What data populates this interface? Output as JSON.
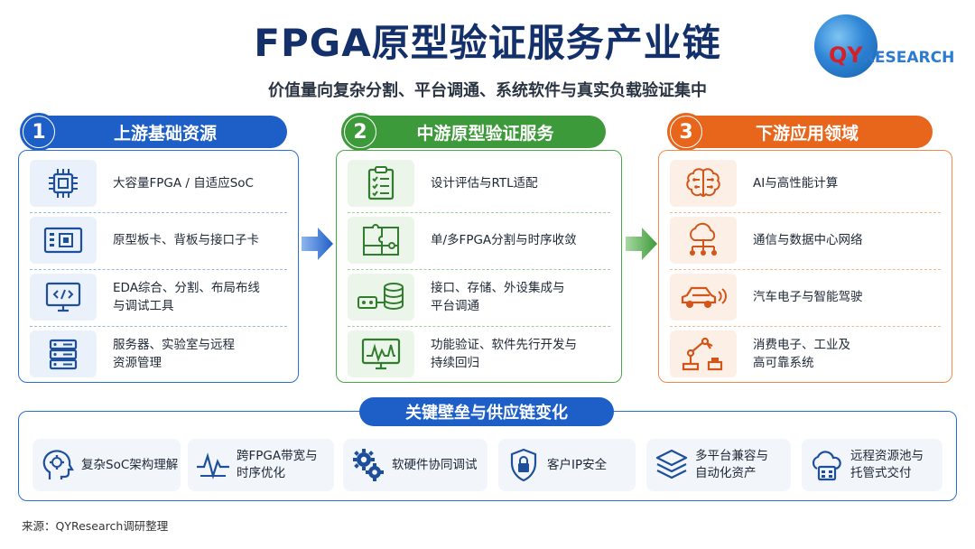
{
  "title": "FPGA原型验证服务产业链",
  "subtitle": "价值量向复杂分割、平台调通、系统软件与真实负载验证集中",
  "logo": {
    "qy": "QY",
    "research": "RESEARCH"
  },
  "colors": {
    "blue": "#1e5fc7",
    "green": "#3d9a3a",
    "orange": "#e8661c",
    "navy": "#13306b"
  },
  "columns": [
    {
      "num": "1",
      "title": "上游基础资源",
      "items": [
        {
          "icon": "chip-icon",
          "text": "大容量FPGA / 自适应SoC"
        },
        {
          "icon": "board-icon",
          "text": "原型板卡、背板与接口子卡"
        },
        {
          "icon": "monitor-code-icon",
          "text": "EDA综合、分割、布局布线\n与调试工具"
        },
        {
          "icon": "server-icon",
          "text": "服务器、实验室与远程\n资源管理"
        }
      ]
    },
    {
      "num": "2",
      "title": "中游原型验证服务",
      "items": [
        {
          "icon": "clipboard-icon",
          "text": "设计评估与RTL适配"
        },
        {
          "icon": "puzzle-icon",
          "text": "单/多FPGA分割与时序收敛"
        },
        {
          "icon": "interface-storage-icon",
          "text": "接口、存储、外设集成与\n平台调通"
        },
        {
          "icon": "waveform-monitor-icon",
          "text": "功能验证、软件先行开发与\n持续回归"
        }
      ]
    },
    {
      "num": "3",
      "title": "下游应用领域",
      "items": [
        {
          "icon": "brain-icon",
          "text": "AI与高性能计算"
        },
        {
          "icon": "cloud-network-icon",
          "text": "通信与数据中心网络"
        },
        {
          "icon": "car-icon",
          "text": "汽车电子与智能驾驶"
        },
        {
          "icon": "robot-arm-icon",
          "text": "消费电子、工业及\n高可靠系统"
        }
      ]
    }
  ],
  "barriers": {
    "title": "关键壁垒与供应链变化",
    "items": [
      {
        "icon": "head-gear-icon",
        "text": "复杂SoC架构理解"
      },
      {
        "icon": "pulse-icon",
        "text": "跨FPGA带宽与\n时序优化"
      },
      {
        "icon": "gears-icon",
        "text": "软硬件协同调试"
      },
      {
        "icon": "shield-lock-icon",
        "text": "客户IP安全"
      },
      {
        "icon": "layers-icon",
        "text": "多平台兼容与\n自动化资产"
      },
      {
        "icon": "cloud-server-icon",
        "text": "远程资源池与\n托管式交付"
      }
    ]
  },
  "source": "来源：QYResearch调研整理"
}
